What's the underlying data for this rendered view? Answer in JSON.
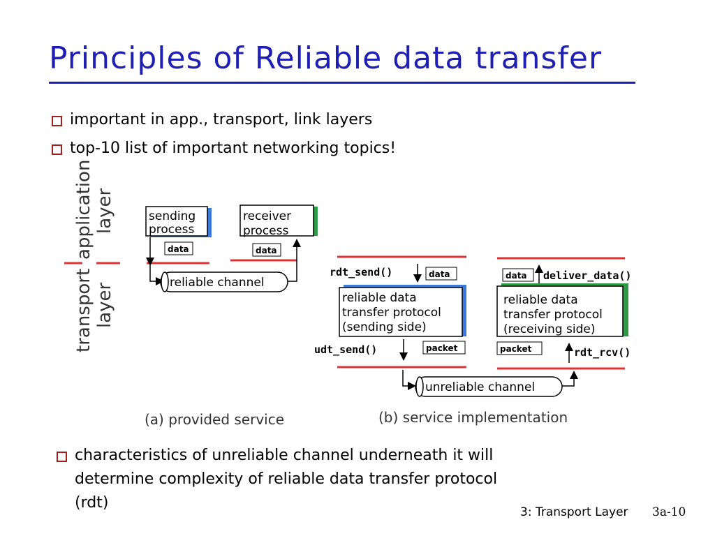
{
  "slide": {
    "title": "Principles of Reliable data transfer",
    "bullets": [
      "important in app., transport, link layers",
      "top-10 list of important networking topics!"
    ],
    "bottom_bullet_lines": [
      "characteristics of unreliable channel underneath it will",
      "determine complexity of reliable data transfer protocol",
      "(rdt)"
    ],
    "footer_chapter": "3: Transport Layer",
    "footer_page": "3a-10",
    "accent_color": "#1f1fb4",
    "bullet_color": "#a02020"
  },
  "diagram": {
    "layer_application": [
      "application",
      "layer"
    ],
    "layer_transport": [
      "transport",
      "layer"
    ],
    "sending_process": [
      "sending",
      "process"
    ],
    "receiver_process": [
      "receiver",
      "process"
    ],
    "data_label": "data",
    "packet_label": "packet",
    "reliable_channel": "reliable channel",
    "unreliable_channel": "unreliable channel",
    "rdt_send": "rdt_send()",
    "deliver_data": "deliver_data()",
    "udt_send": "udt_send()",
    "rdt_rcv": "rdt_rcv()",
    "sender_protocol": [
      "reliable data",
      "transfer protocol",
      "(sending side)"
    ],
    "receiver_protocol": [
      "reliable data",
      "transfer protocol",
      "(receiving side)"
    ],
    "caption_a": "(a)  provided service",
    "caption_b": "(b) service implementation"
  }
}
